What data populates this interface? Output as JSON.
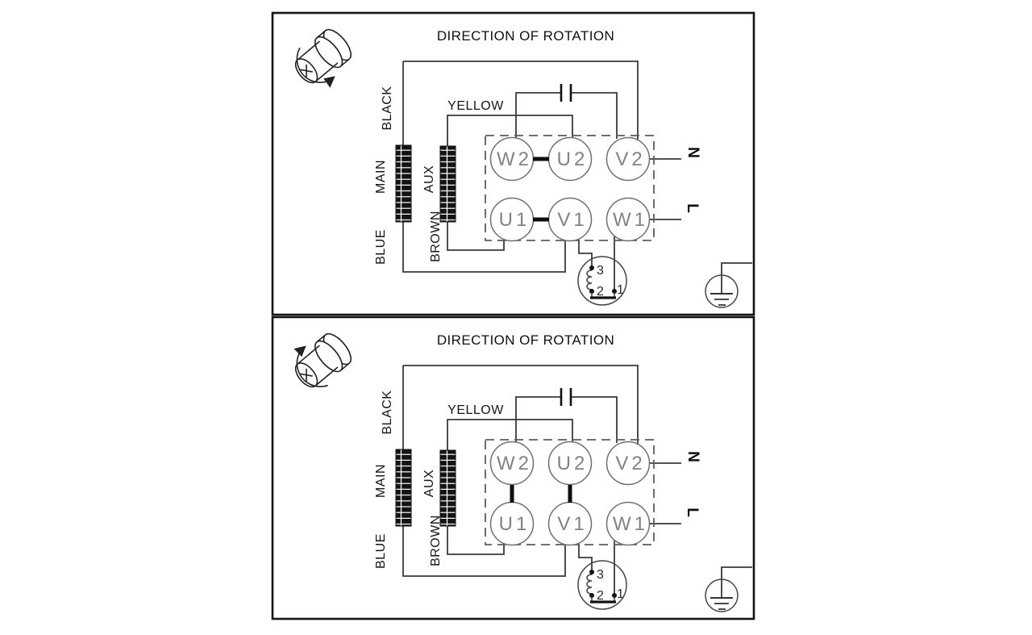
{
  "diagram": {
    "panels": [
      {
        "title": "DIRECTION OF ROTATION",
        "rotation_direction": "counterclockwise",
        "wire_labels": {
          "black": "BLACK",
          "main": "MAIN",
          "blue": "BLUE",
          "yellow": "YELLOW",
          "aux": "AUX",
          "brown": "BROWN"
        },
        "terminals": {
          "w2": "W2",
          "u2": "U2",
          "v2": "V2",
          "u1": "U1",
          "v1": "V1",
          "w1": "W1"
        },
        "terminal_links": [
          "W2-U2",
          "U1-V1"
        ],
        "supply": {
          "neutral": "N",
          "line": "L"
        },
        "switch_contacts": {
          "c3": "3",
          "c2": "2",
          "c1": "1"
        }
      },
      {
        "title": "DIRECTION OF ROTATION",
        "rotation_direction": "clockwise",
        "wire_labels": {
          "black": "BLACK",
          "main": "MAIN",
          "blue": "BLUE",
          "yellow": "YELLOW",
          "aux": "AUX",
          "brown": "BROWN"
        },
        "terminals": {
          "w2": "W2",
          "u2": "U2",
          "v2": "V2",
          "u1": "U1",
          "v1": "V1",
          "w1": "W1"
        },
        "terminal_links": [
          "W2-U1",
          "U2-V1"
        ],
        "supply": {
          "neutral": "N",
          "line": "L"
        },
        "switch_contacts": {
          "c3": "3",
          "c2": "2",
          "c1": "1"
        }
      }
    ]
  }
}
